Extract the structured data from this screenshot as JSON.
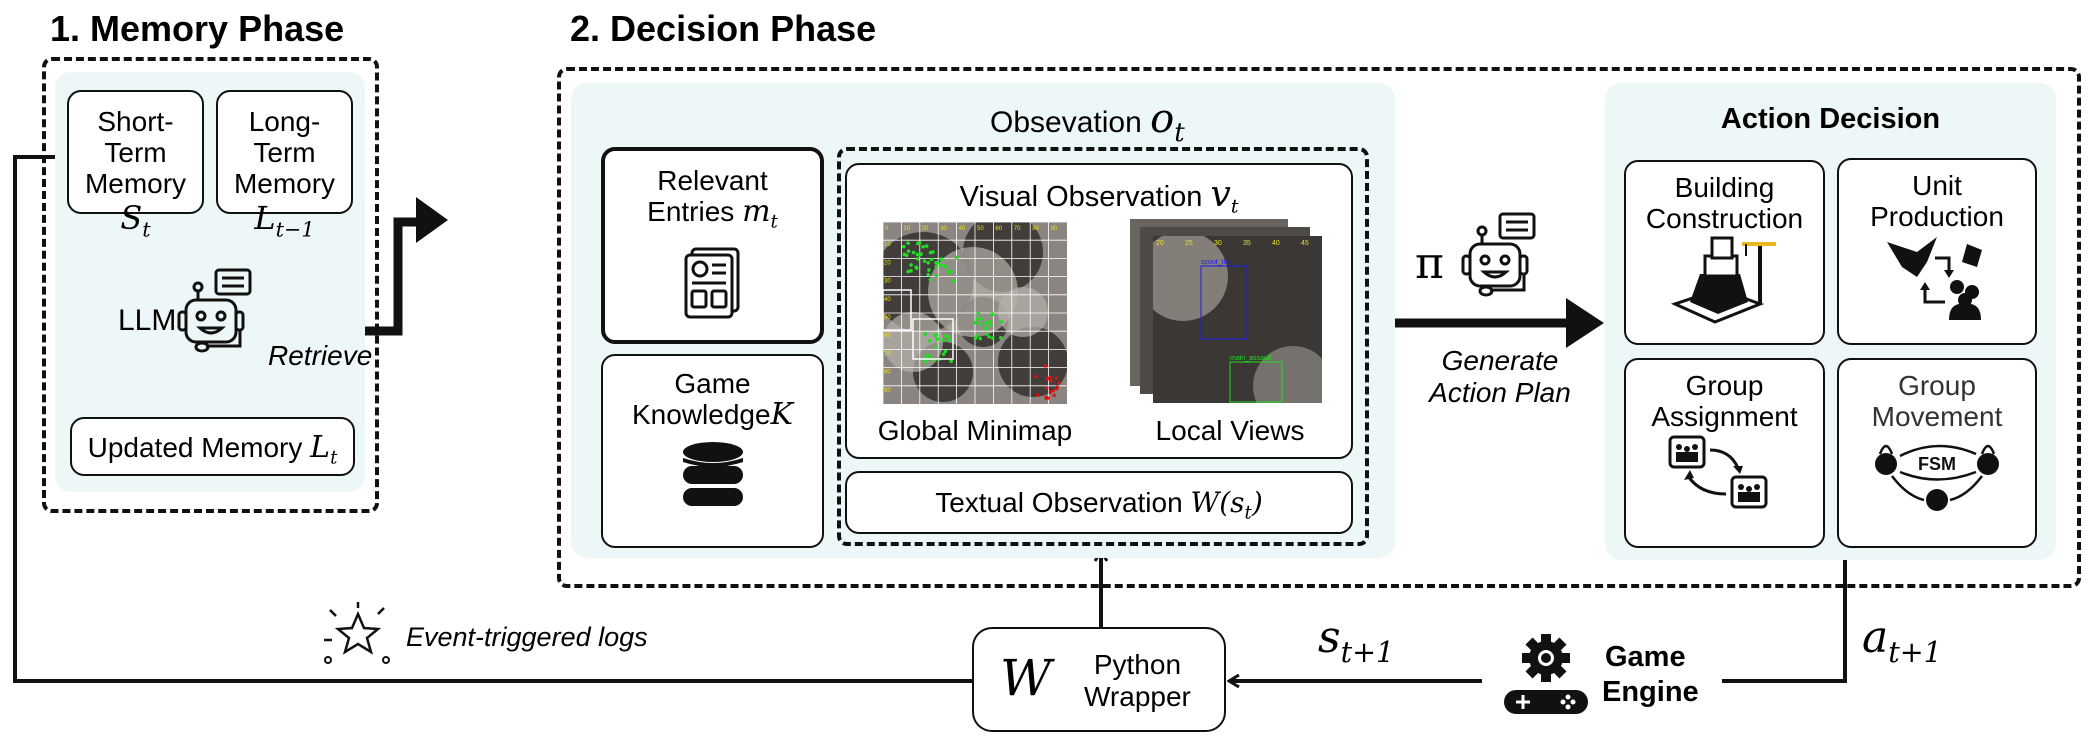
{
  "memory_phase": {
    "title": "1. Memory Phase",
    "short_term": {
      "label_1": "Short-Term",
      "label_2": "Memory",
      "symbol": "S",
      "sub": "t"
    },
    "long_term": {
      "label_1": "Long-Term",
      "label_2": "Memory",
      "symbol": "L",
      "sub": "t−1"
    },
    "llm_label": "LLM",
    "retrieve_label": "Retrieve",
    "updated_memory": {
      "label": "Updated Memory",
      "symbol": "L",
      "sub": "t"
    }
  },
  "decision_phase": {
    "title": "2. Decision Phase",
    "observation": {
      "title": "Obsevation",
      "symbol": "o",
      "sub": "t",
      "relevant_entries": {
        "label_1": "Relevant",
        "label_2": "Entries",
        "symbol": "m",
        "sub": "t",
        "icon": "document-icon"
      },
      "game_knowledge": {
        "label_1": "Game",
        "label_2": "Knowledge",
        "symbol": "K",
        "icon": "database-icon"
      },
      "visual_observation": {
        "label": "Visual Observation",
        "symbol": "v",
        "sub": "t",
        "minimap_caption": "Global Minimap",
        "minimap_ticks": [
          "0",
          "10",
          "20",
          "30",
          "40",
          "50",
          "60",
          "70",
          "80",
          "90"
        ],
        "local_views_caption": "Local Views",
        "local_view_ticks": [
          "20",
          "25",
          "30",
          "35",
          "40",
          "45"
        ],
        "local_view_tags": [
          "scout_tick",
          "main_assault"
        ]
      },
      "textual_observation": {
        "label": "Textual Observation",
        "symbol": "W",
        "arg": "(s",
        "sub": "t",
        "close": ")"
      }
    },
    "policy": {
      "symbol": "π",
      "label_1": "Generate",
      "label_2": "Action Plan"
    },
    "action_decision": {
      "title": "Action Decision",
      "items": [
        {
          "label_1": "Building",
          "label_2": "Construction",
          "icon": "building-crane-icon"
        },
        {
          "label_1": "Unit",
          "label_2": "Production",
          "icon": "unit-production-icon"
        },
        {
          "label_1": "Group",
          "label_2": "Assignment",
          "icon": "group-swap-icon"
        },
        {
          "label_1": "Group",
          "label_2": "Movement",
          "icon": "fsm-icon",
          "fsm": "FSM"
        }
      ]
    }
  },
  "bottom": {
    "event_logs": "Event-triggered logs",
    "wrapper": {
      "symbol": "W",
      "label_1": "Python",
      "label_2": "Wrapper"
    },
    "state": {
      "symbol": "s",
      "sub": "t+1"
    },
    "action": {
      "symbol": "a",
      "sub": "t+1"
    },
    "engine": {
      "label_1": "Game",
      "label_2": "Engine",
      "icon": "gamepad-gear-icon"
    }
  },
  "colors": {
    "panel": "#eef7f8",
    "minimap_units": "#22dd22",
    "enemy_units": "#dd1111",
    "scout_box": "#1a1aee",
    "tick_text": "#e8e020",
    "crane": "#e8b820"
  }
}
